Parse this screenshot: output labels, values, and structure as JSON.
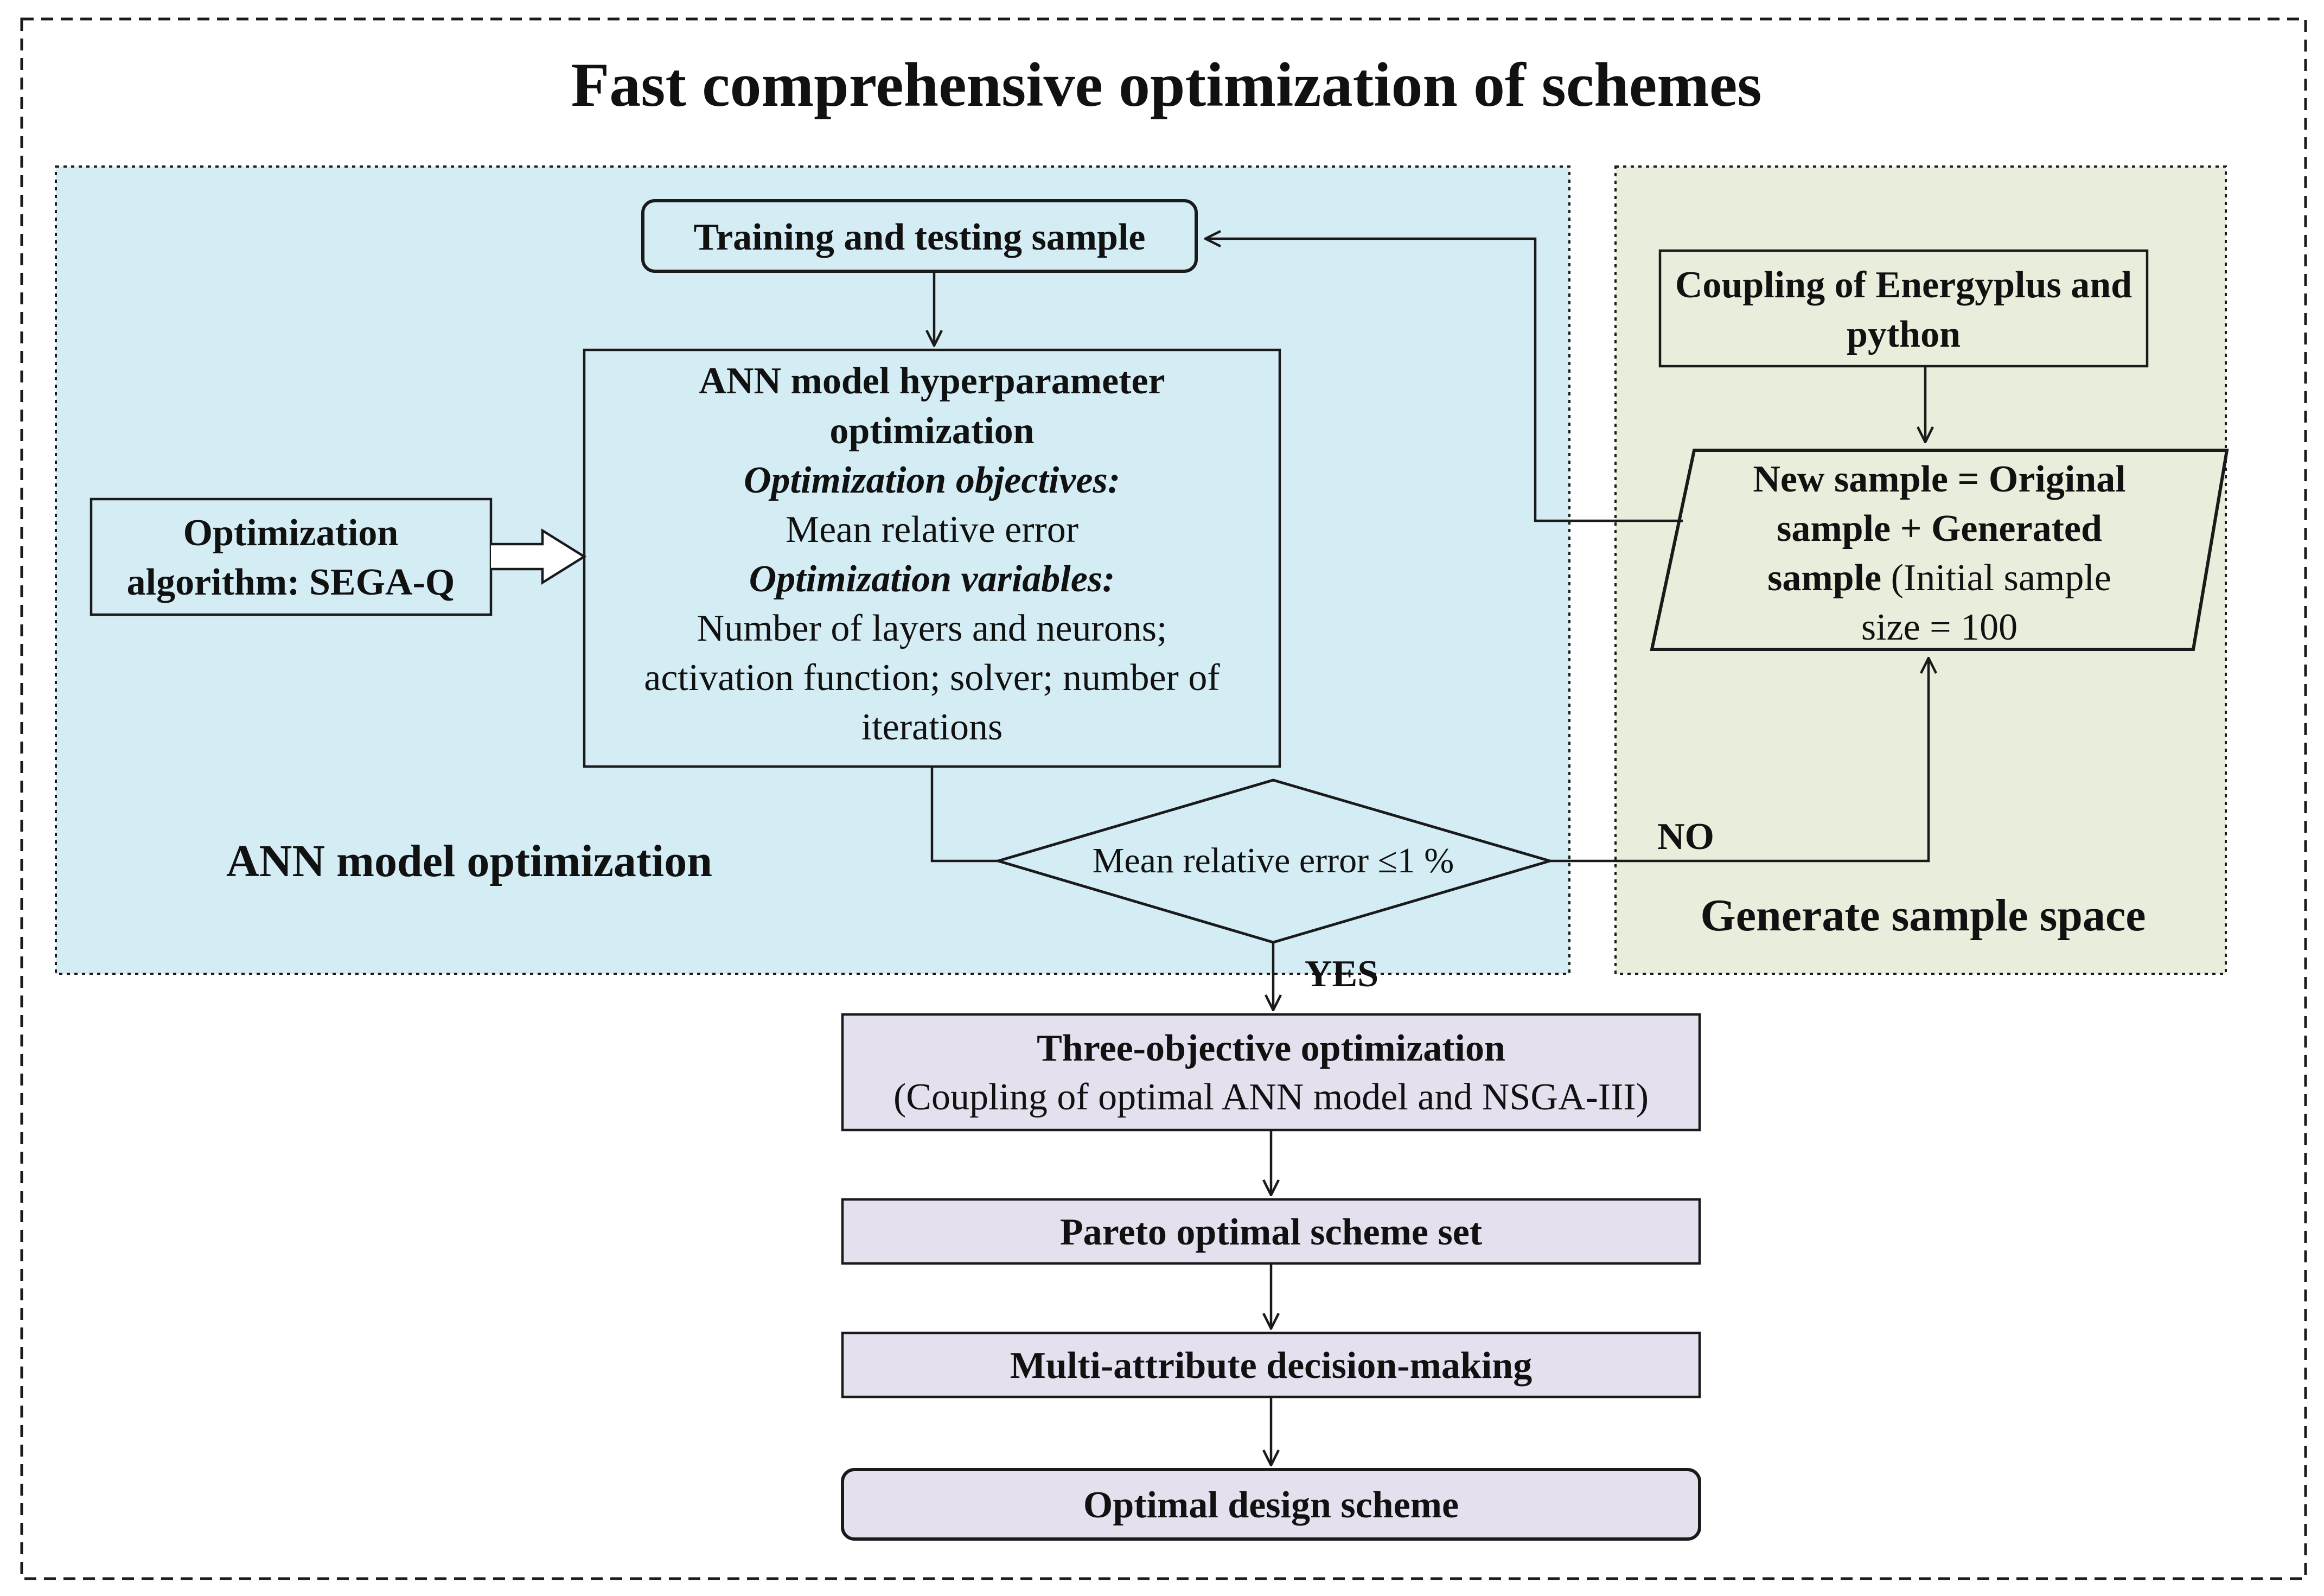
{
  "title": "Fast comprehensive optimization of schemes",
  "colors": {
    "ann_region": "#d4edf4",
    "sample_region": "#e8eedb",
    "pipeline_box": "#e5e0ee",
    "stroke": "#1a1a1a"
  },
  "regions": {
    "ann_label": "ANN model optimization",
    "sample_label": "Generate sample space"
  },
  "nodes": {
    "training": "Training and testing sample",
    "hyper": {
      "title1": "ANN model hyperparameter",
      "title2": "optimization",
      "obj_label": "Optimization objectives:",
      "obj_value": "Mean relative error",
      "var_label": "Optimization variables:",
      "var1": "Number of layers and neurons;",
      "var2": "activation function; solver; number of",
      "var3": "iterations"
    },
    "algorithm": {
      "line1": "Optimization",
      "line2": "algorithm: SEGA-Q"
    },
    "coupling": {
      "line1": "Coupling of Energyplus and",
      "line2": "python"
    },
    "new_sample": {
      "line1": "New sample = Original",
      "line2": "sample + Generated",
      "line3_bold": "sample",
      "line3_rest": " (Initial sample",
      "line4": "size = 100"
    },
    "decision": "Mean relative error ≤1 %",
    "three_obj": {
      "line1": "Three-objective optimization",
      "line2": "(Coupling of optimal ANN model and NSGA-III)"
    },
    "pareto": "Pareto optimal scheme set",
    "mcdm": "Multi-attribute decision-making",
    "optimal": "Optimal design scheme"
  },
  "edge_labels": {
    "yes": "YES",
    "no": "NO"
  }
}
